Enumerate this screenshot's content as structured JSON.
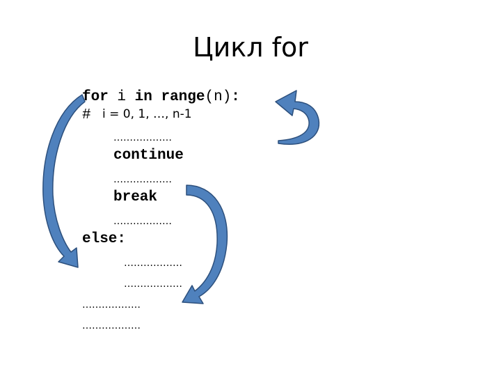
{
  "slide": {
    "title": "Цикл for",
    "lines": {
      "for_kw": "for",
      "for_var": "i",
      "in_kw": "in",
      "range_kw": "range",
      "range_args": "(n)",
      "colon": ":",
      "comment_hash": "#",
      "comment": "i = 0, 1, …, n-1",
      "dots_1": "………………",
      "continue_kw": "continue",
      "dots_2": "………………",
      "break_kw": "break",
      "dots_3": "………………",
      "else_kw": "else:",
      "dots_4": "………………",
      "dots_5": "………………",
      "dots_6": "………………",
      "dots_7": "………………"
    },
    "colors": {
      "arrow_fill": "#4f81bd",
      "arrow_stroke": "#2c4f7c"
    },
    "icons": [
      "curved-arrow-loop-icon",
      "curved-arrow-else-icon",
      "curved-arrow-break-icon"
    ]
  }
}
